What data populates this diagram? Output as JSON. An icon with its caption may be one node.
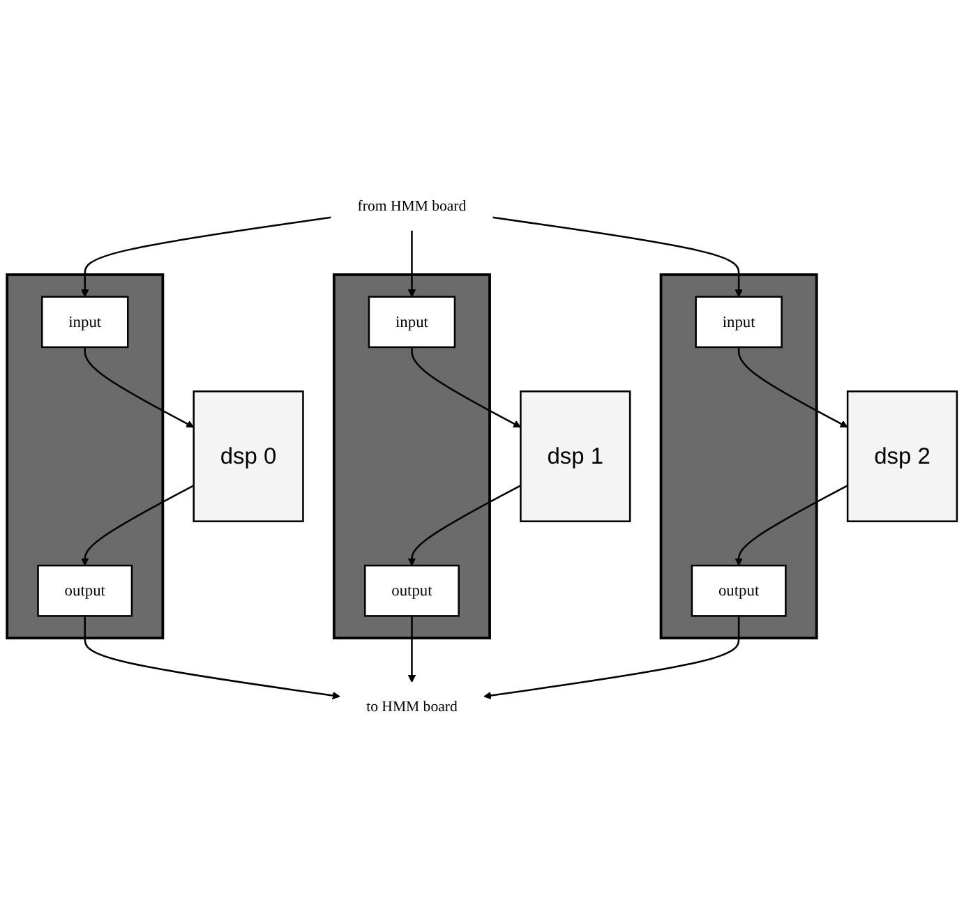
{
  "diagram": {
    "nodes": [
      {
        "text": [
          "dsp 0"
        ]
      },
      {
        "text": [
          "dsp 1"
        ]
      },
      {
        "text": [
          "dsp 2"
        ]
      },
      {
        "text": [],
        "shape": "box"
      },
      {
        "text": [
          "input"
        ],
        "in": 3
      },
      {
        "text": [
          "output"
        ],
        "in": 3
      },
      {
        "text": [],
        "shape": "box"
      },
      {
        "text": [
          "input"
        ],
        "in": 6
      },
      {
        "text": [
          "output"
        ],
        "in": 6
      },
      {
        "text": [],
        "shape": "box"
      },
      {
        "text": [
          "input"
        ],
        "in": 9
      },
      {
        "text": [
          "output"
        ],
        "in": 9
      },
      {
        "text": [
          "from HMM board"
        ]
      },
      {
        "text": [
          "to HMM board"
        ]
      }
    ],
    "edges": [
      {
        "from": 4,
        "to": 0,
        "arrow": "to"
      },
      {
        "from": 0,
        "to": 5,
        "arrow": "to"
      },
      {
        "from": 7,
        "to": 1,
        "arrow": "to"
      },
      {
        "from": 1,
        "to": 8,
        "arrow": "to"
      },
      {
        "from": 10,
        "to": 2,
        "arrow": "to"
      },
      {
        "from": 2,
        "to": 11,
        "arrow": "to"
      },
      {
        "from": 12,
        "to": 4,
        "arrow": "to"
      },
      {
        "from": 12,
        "to": 7,
        "arrow": "to"
      },
      {
        "from": 12,
        "to": 10,
        "arrow": "to"
      },
      {
        "from": 5,
        "to": 13,
        "arrow": "to"
      },
      {
        "from": 8,
        "to": 13,
        "arrow": "to"
      },
      {
        "from": 11,
        "to": 13,
        "arrow": "to"
      }
    ]
  }
}
